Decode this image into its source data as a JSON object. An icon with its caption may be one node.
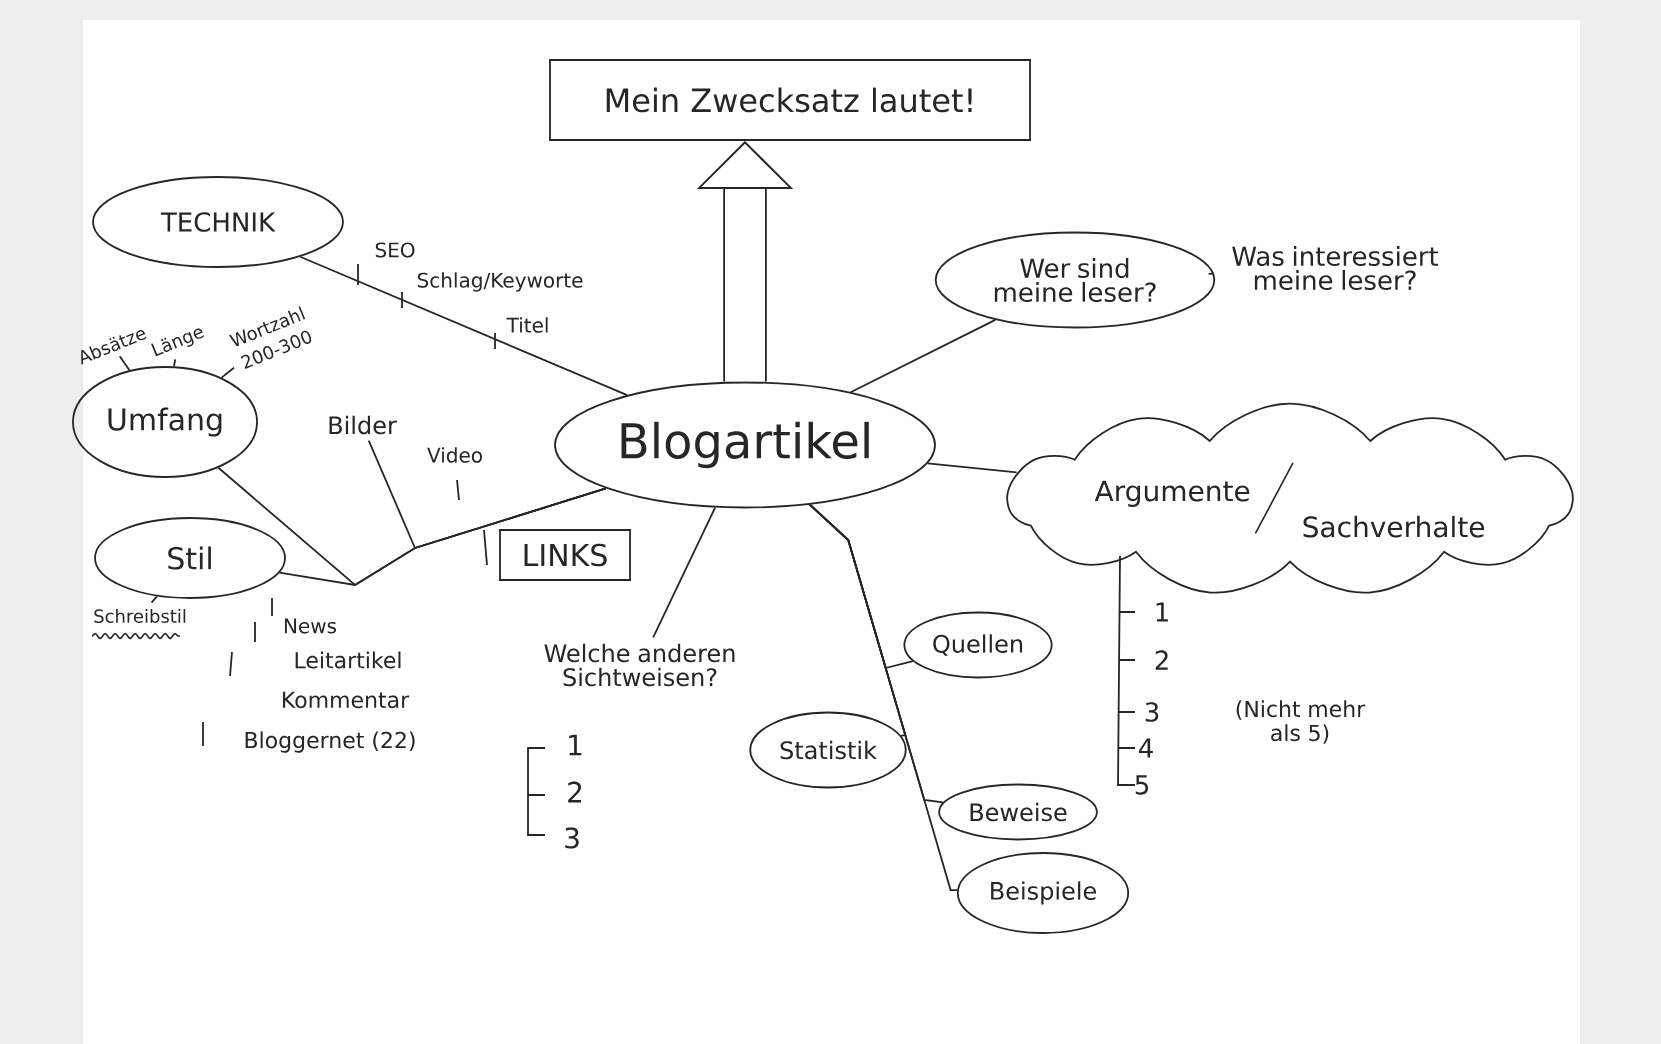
{
  "diagram": {
    "nodes": [
      {
        "text": [
          "Mein Zwecksatz lautet!"
        ]
      },
      {
        "text": [
          "TECHNIK"
        ]
      },
      {
        "text": [
          "Wer sind meine leser?"
        ]
      },
      {
        "text": [
          "Was interessiert meine leser?"
        ]
      },
      {
        "text": [
          "Absätze"
        ]
      },
      {
        "text": [
          "Länge"
        ]
      },
      {
        "text": [
          "Wortzahl 200-300"
        ]
      },
      {
        "text": [
          "Umfang"
        ]
      },
      {
        "text": [
          "Bilder"
        ]
      },
      {
        "text": [
          "Blogartikel"
        ]
      },
      {
        "text": [
          "LINKS"
        ]
      },
      {
        "text": [
          "Argumente",
          "Sachverhalte"
        ]
      },
      {
        "text": [
          "Stil"
        ]
      },
      {
        "text": [
          "Schreibstil"
        ]
      },
      {
        "text": [
          "Welche anderen Sichtweisen?"
        ]
      },
      {
        "text": [
          "Quellen"
        ]
      },
      {
        "text": [
          "Statistik"
        ]
      },
      {
        "text": [
          "Beweise"
        ]
      },
      {
        "text": [
          "Beispiele"
        ]
      }
    ],
    "edges": [
      {
        "from": 9,
        "to": 0,
        "arrow": "to",
        "style": "thick"
      },
      {
        "from": 9,
        "to": 1,
        "arrow": "none"
      },
      {
        "from": 9,
        "to": 2,
        "arrow": "none"
      },
      {
        "from": 2,
        "to": 3,
        "arrow": "none"
      },
      {
        "from": 9,
        "to": 11,
        "arrow": "none"
      },
      {
        "from": 9,
        "to": 14,
        "arrow": "none"
      },
      {
        "from": 9,
        "to": 12,
        "arrow": "none"
      },
      {
        "from": 9,
        "to": 7,
        "arrow": "none"
      },
      {
        "from": 9,
        "to": 8,
        "arrow": "none"
      },
      {
        "from": 7,
        "to": 4,
        "arrow": "none"
      },
      {
        "from": 7,
        "to": 5,
        "arrow": "none"
      },
      {
        "from": 7,
        "to": 6,
        "arrow": "none"
      },
      {
        "from": 12,
        "to": 13,
        "arrow": "none"
      },
      {
        "from": 9,
        "to": 15,
        "arrow": "none"
      },
      {
        "from": 9,
        "to": 16,
        "arrow": "none"
      },
      {
        "from": 9,
        "to": 17,
        "arrow": "none"
      },
      {
        "from": 9,
        "to": 18,
        "arrow": "none"
      }
    ],
    "labels": [
      "SEO",
      "Schlag/Keyworte",
      "Titel",
      "Video",
      "News",
      "Leitartikel",
      "Kommentar",
      "Bloggernet (22)",
      "1",
      "2",
      "3",
      "1",
      "2",
      "3",
      "4",
      "5",
      "(Nicht mehr als 5)"
    ]
  }
}
